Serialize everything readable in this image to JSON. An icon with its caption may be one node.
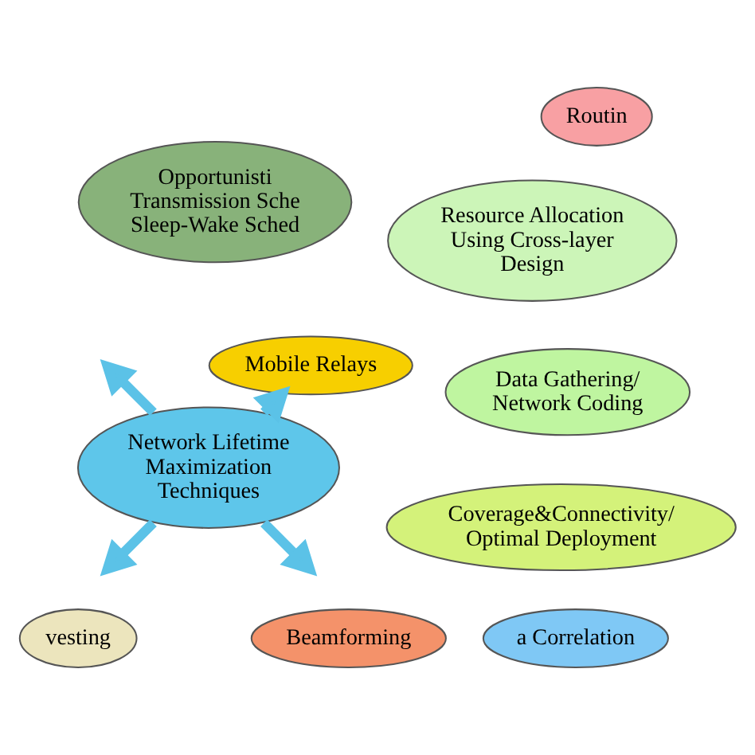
{
  "diagram": {
    "nodes": [
      {
        "text": [
          "Resource Allocation Using Cross-layer Design"
        ]
      },
      {
        "text": [
          "Beamforming"
        ]
      },
      {
        "text": [
          "Opportunisti Transmission Sche Sleep-Wake Sched"
        ]
      },
      {
        "text": [
          "vesting"
        ]
      },
      {
        "text": [
          "Network Lifetime Maximization Techniques"
        ]
      },
      {
        "text": [
          "Routin"
        ]
      },
      {
        "text": [
          "a Correlation"
        ]
      },
      {
        "text": [
          "Mobile Relays"
        ]
      },
      {
        "text": [
          "Data Gathering/ Network Coding"
        ]
      },
      {
        "text": [
          "Coverage&Connectivity/ Optimal Deployment"
        ]
      }
    ],
    "edges": [
      {
        "from": 4,
        "to": null,
        "arrow": "to"
      },
      {
        "from": 4,
        "to": 7,
        "arrow": "to"
      },
      {
        "from": 4,
        "to": null,
        "arrow": "to"
      },
      {
        "from": 4,
        "to": null,
        "arrow": "to"
      }
    ]
  }
}
